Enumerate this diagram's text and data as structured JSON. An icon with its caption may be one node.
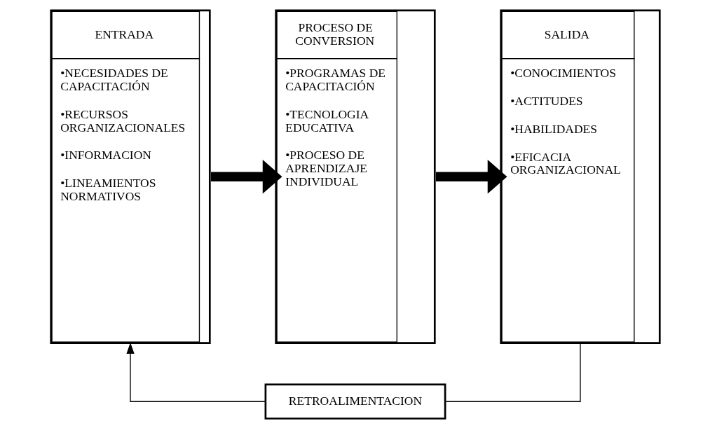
{
  "diagram": {
    "nodes": [
      {
        "text": [
          "ENTRADA",
          "•NECESIDADES DE CAPACITACIÓN",
          "•RECURSOS ORGANIZACIONALES",
          "•INFORMACION",
          "•LINEAMIENTOS NORMATIVOS"
        ]
      },
      {
        "text": [
          "PROCESO DE CONVERSION",
          "•PROGRAMAS DE CAPACITACIÓN",
          "•TECNOLOGIA EDUCATIVA",
          "•PROCESO DE APRENDIZAJE INDIVIDUAL"
        ]
      },
      {
        "text": [
          "SALIDA",
          "•CONOCIMIENTOS",
          "•ACTITUDES",
          "•HABILIDADES",
          "•EFICACIA ORGANIZACIONAL"
        ]
      },
      {
        "text": [
          "RETROALIMENTACION"
        ]
      }
    ],
    "edges": [
      {
        "from": 0,
        "to": 1,
        "arrow": "to",
        "style": "thick"
      },
      {
        "from": 1,
        "to": 2,
        "arrow": "to",
        "style": "thick"
      },
      {
        "from": 2,
        "to": 3,
        "arrow": "none"
      },
      {
        "from": 3,
        "to": 0,
        "arrow": "to"
      }
    ]
  }
}
